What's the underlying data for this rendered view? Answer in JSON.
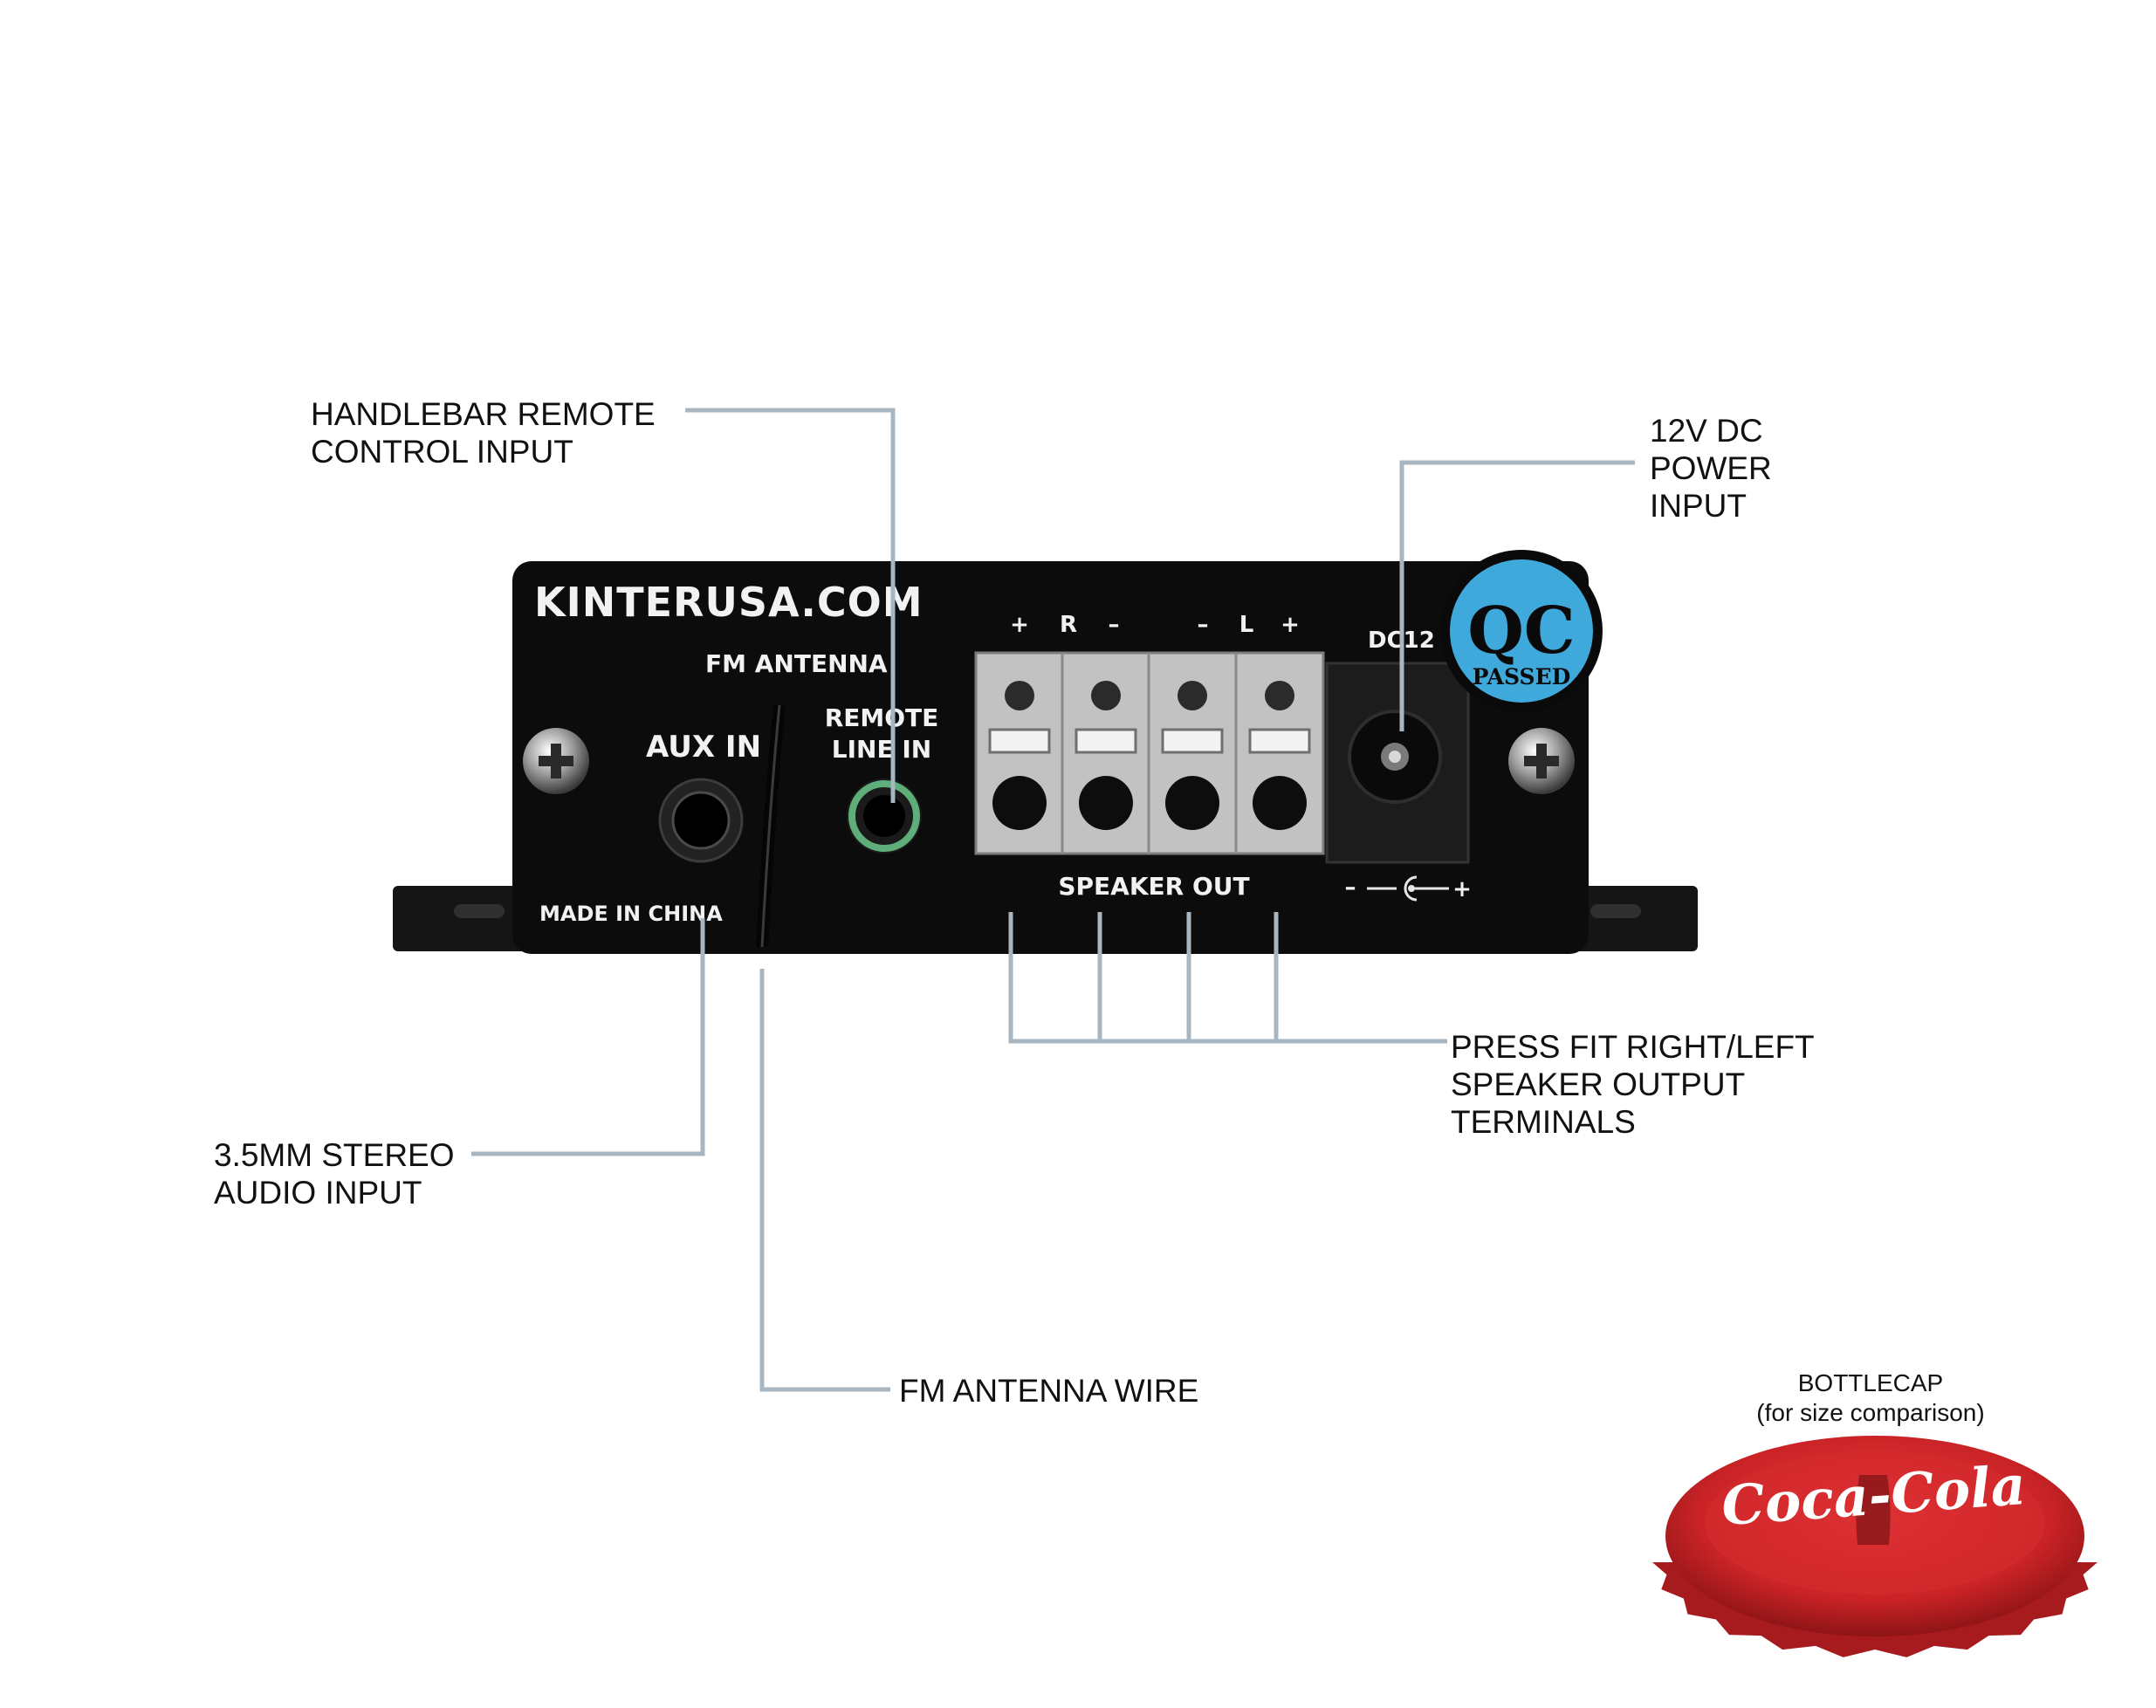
{
  "callouts": {
    "handlebar_remote": [
      "HANDLEBAR REMOTE",
      "CONTROL INPUT"
    ],
    "power_input": [
      "12V DC",
      "POWER",
      "INPUT"
    ],
    "speaker_terminals": [
      "PRESS FIT RIGHT/LEFT",
      "SPEAKER OUTPUT",
      "TERMINALS"
    ],
    "stereo_input": [
      "3.5MM STEREO",
      "AUDIO INPUT"
    ],
    "antenna_wire": "FM ANTENNA WIRE"
  },
  "device": {
    "brand": "KINTERUSA.COM",
    "fm_antenna": "FM ANTENNA",
    "aux_in": "AUX IN",
    "remote_line_in": [
      "REMOTE",
      "LINE IN"
    ],
    "terminal_signs": [
      "+",
      "R",
      "–",
      "–",
      "L",
      "+"
    ],
    "dc_label": "DC12",
    "qc_sticker": [
      "QC",
      "PASSED"
    ],
    "made_in": "MADE IN CHINA",
    "speaker_out": "SPEAKER OUT",
    "polarity": [
      "–",
      "+"
    ]
  },
  "bottlecap": {
    "label": [
      "BOTTLECAP",
      "(for size comparison)"
    ],
    "logo_text": "Coca-Cola"
  },
  "colors": {
    "leader_line": "#a7b6c1",
    "panel": "#0c0c0c",
    "terminal_block": "#bdbdbd",
    "qc_sticker": "#3fa9dc",
    "remote_jack_ring": "#5fae7a",
    "bottlecap_red": "#d4272a"
  }
}
